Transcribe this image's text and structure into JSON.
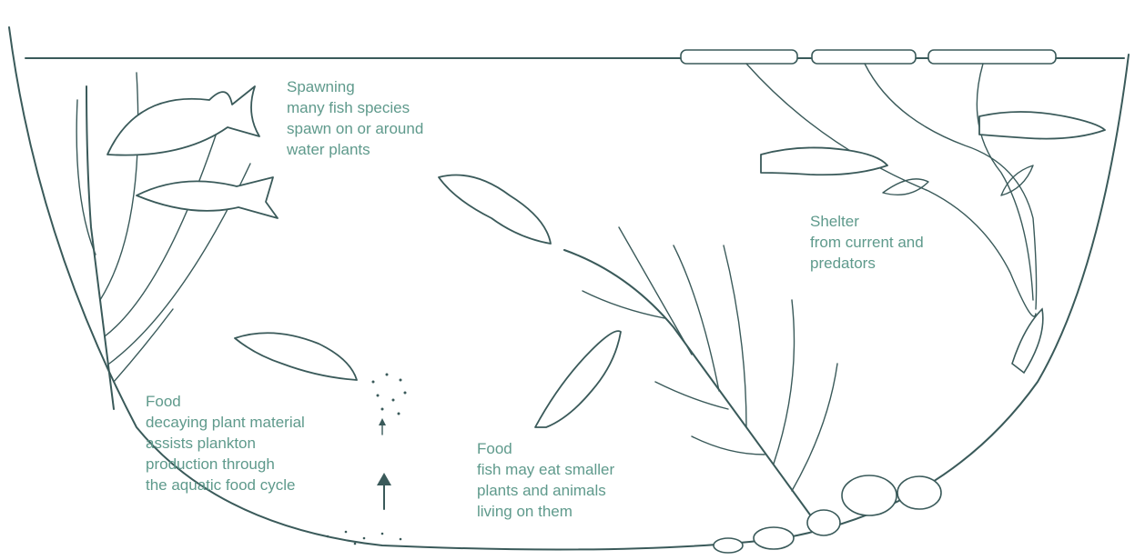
{
  "colors": {
    "ink": "#3a5a5a",
    "label_text": "#5f9a8c",
    "background": "#ffffff"
  },
  "labels": {
    "spawning": {
      "lines": [
        "Spawning",
        "many fish species",
        "spawn on or around",
        "water plants"
      ]
    },
    "shelter": {
      "lines": [
        "Shelter",
        "from current and",
        "predators"
      ]
    },
    "food_decay": {
      "lines": [
        "Food",
        "decaying plant material",
        "assists plankton",
        "production through",
        "the aquatic food cycle"
      ]
    },
    "food_fish": {
      "lines": [
        "Food",
        "fish may eat smaller",
        "plants and animals",
        "living on them"
      ]
    }
  },
  "icons": [
    "fish-icon",
    "water-plant-icon",
    "floating-leaf-icon",
    "rock-icon",
    "up-arrow-icon"
  ]
}
